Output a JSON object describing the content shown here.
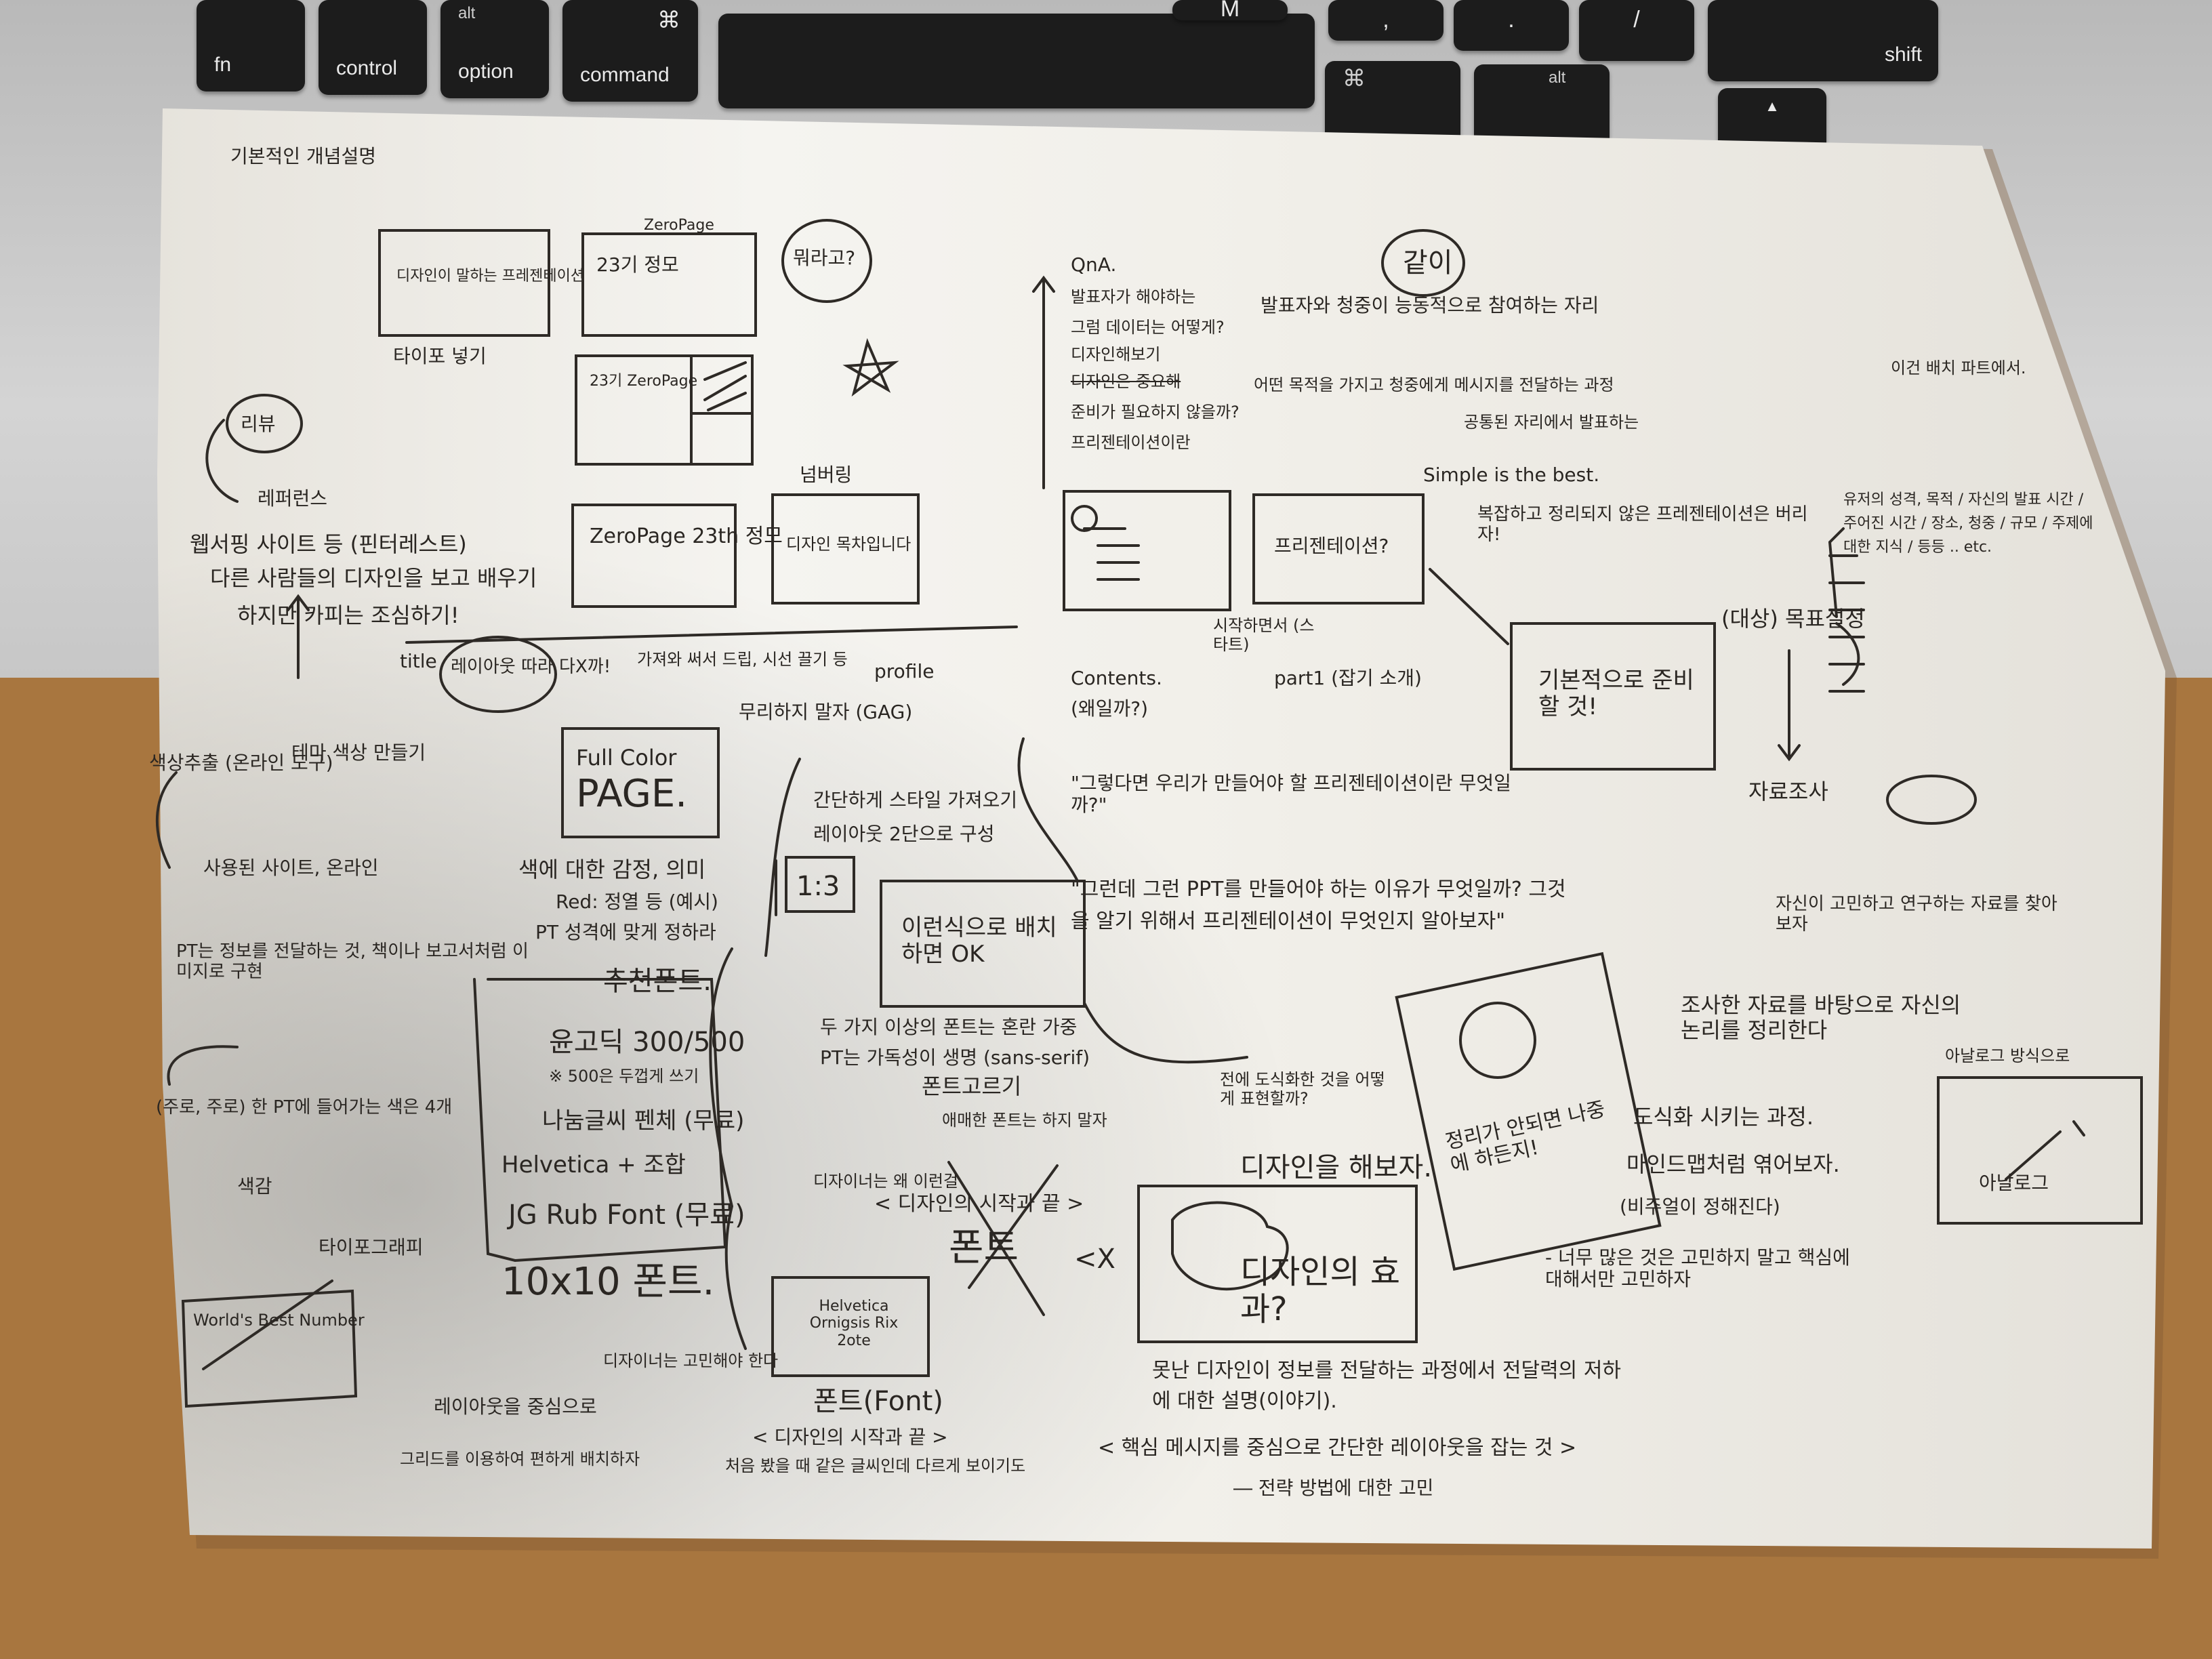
{
  "keyboard": {
    "keys": {
      "fn": "fn",
      "control": "control",
      "option_top": "alt",
      "option": "option",
      "command_top": "⌘",
      "command": "command",
      "m": "M",
      "comma": ",",
      "period": ".",
      "slash": "/",
      "shift": "shift",
      "cmd_right": "⌘",
      "alt_right": "alt",
      "up_arrow": "▲"
    }
  },
  "colors": {
    "desk": "#a8763f",
    "paper": "#f2f0eb",
    "ink": "#2a2622",
    "key": "#1c1c1c"
  },
  "notes": {
    "top_left": "기본적인 개념설명",
    "box1": "디자인이 말하는 프레젠테이션",
    "title_caption": "타이포 넣기",
    "box2_top": "ZeroPage",
    "box2": "23기 정모",
    "box3": "23기 ZeroPage",
    "box4": "ZeroPage 23th 정모",
    "box5_label": "넘버링",
    "box5": "디자인 목차입니다",
    "bubble_what": "뭐라고?",
    "review": "리뷰",
    "reference": "레퍼런스",
    "web_search": "웹서핑 사이트 등 (핀터레스트)",
    "others_design": "다른 사람들의 디자인을 보고 배우기",
    "copy_warn": "하지만 카피는 조심하기!",
    "title_label": "title",
    "bubble_copy": "레이아웃 따라 다X까!",
    "image_note": "가져와 써서 드립, 시선 끌기 등",
    "profile": "profile",
    "color_extract": "색상추출 (온라인 도구)",
    "theme": "테마 색상 만들기",
    "color_meaning": "색에 대한 감정, 의미",
    "red_note": "Red: 정열 등 (예시)",
    "pt_color": "PT 성격에 맞게 정하라",
    "adobe_kuler": "사용된 사이트, 온라인",
    "pt_info": "PT는 정보를 전달하는 것, 책이나 보고서처럼 이미지로 구현",
    "color_count": "(주로, 주로) 한 PT에 들어가는 색은 4개",
    "color_sense": "색감",
    "typography": "타이포그래피",
    "worlds_best": "World's Best Number",
    "font_rec": "추천폰트.",
    "font1": "윤고딕 300/500",
    "font1_note": "※ 500은 두껍게 쓰기",
    "font2": "나눔글씨 펜체 (무료)",
    "font3": "Helvetica + 조합",
    "font4": "JG Rub Font (무료)",
    "font5": "10x10 폰트.",
    "full_color": "Full Color",
    "page": "PAGE.",
    "gag": "무리하지 말자 (GAG)",
    "style_note": "간단하게 스타일 가져오기",
    "layout_note": "레이아웃 2단으로 구성",
    "ratio": "1:3",
    "center_box": "이런식으로 배치하면 OK",
    "two_fonts": "두 가지 이상의 폰트는 혼란 가중",
    "pt_font": "PT는 가독성이 생명 (sans-serif)",
    "font_pick": "폰트고르기",
    "font_tip": "애매한 폰트는 하지 말자",
    "designer_tip": "< 디자인의 시작과 끝 >",
    "font_big": "폰트",
    "x_mark": "<X",
    "font_box": "Helvetica Ornigsis Rix 2ote",
    "font_label": "폰트(Font)",
    "font_caption": "< 디자인의 시작과 끝 >",
    "font_desc": "처음 봤을 때 같은 글씨인데 다르게 보이기도",
    "design_why": "디자이너는 왜 이런걸",
    "designer_tool": "디자이너는 고민해야 한다",
    "layout_final": "레이아웃을 중심으로",
    "grid_note": "그리드를 이용하여 편하게 배치하자",
    "qna": "QnA.",
    "qna1": "발표자가 해야하는",
    "qna2": "그럼 데이터는 어떻게?",
    "qna3": "디자인해보기",
    "qna4": "디자인은 중요해",
    "qna5": "준비가 필요하지 않을까?",
    "qna6": "프리젠테이션이란",
    "pres_box": "프리젠테이션?",
    "simple": "Simple is the best.",
    "simple_note": "복잡하고 정리되지 않은 프레젠테이션은 버리자!",
    "start": "시작하면서 (스타트)",
    "part1": "part1 (잡기 소개)",
    "contents": "Contents.",
    "why_bubble": "(왜일까?)",
    "question": "\"그렇다면 우리가 만들어야 할 프리젠테이션이란 무엇일까?\"",
    "why_ppt": "\"그런데 그런 PPT를 만들어야 하는 이유가 무엇일까? 그것을 알기 위해서 프리젠테이션이 무엇인지 알아보자\"",
    "together": "같이",
    "audience": "발표자와 청중이 능동적으로 참여하는 자리",
    "purpose": "어떤 목적을 가지고 청중에게 메시지를 전달하는 과정",
    "info_note": "공통된 자리에서 발표하는",
    "plain_note": "이건 배치 파트에서.",
    "basic_box": "기본적으로 준비할 것!",
    "target": "(대상) 목표설정",
    "target_items": "유저의 성격, 목적 / 자신의 발표 시간 / 주어진 시간 / 장소, 청중 / 규모 / 주제에 대한 지식 / 등등 .. etc.",
    "research": "자료조사",
    "research_note": "자신이 고민하고 연구하는 자료를 찾아보자",
    "organize": "조사한 자료를 바탕으로 자신의 논리를 정리한다",
    "visualize": "도식화 시키는 과정.",
    "mindmap": "마인드맵처럼 엮어보자.",
    "flow": "(비주얼이 정해진다)",
    "essential": "- 너무 많은 것은 고민하지 말고 핵심에 대해서만 고민하자",
    "analog": "아날로그 방식으로",
    "analog_box": "아날로그",
    "face_note": "정리가 안되면 나중에 하든지!",
    "designer_q": "전에 도식화한 것을 어떻게 표현할까?",
    "design_try": "디자인을 해보자.",
    "design_effect": "디자인의 효과?",
    "bottom1": "못난 디자인이 정보를 전달하는 과정에서 전달력의 저하에 대한 설명(이야기).",
    "bottom2": "< 핵심 메시지를 중심으로 간단한 레이아웃을 잡는 것 >",
    "bottom3": "― 전략 방법에 대한 고민"
  }
}
